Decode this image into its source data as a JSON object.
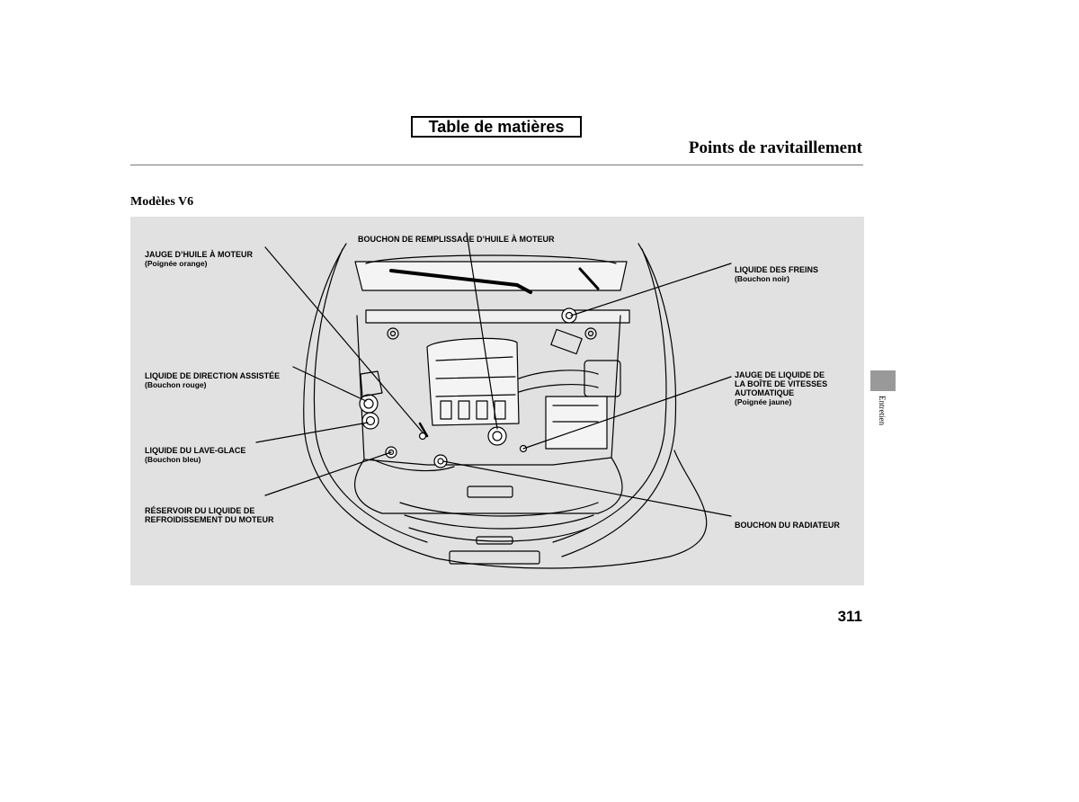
{
  "header": {
    "toc_button": "Table de matières",
    "section_title": "Points de ravitaillement"
  },
  "model_label": "Modèles V6",
  "callouts": {
    "oil_filler": {
      "title": "BOUCHON DE REMPLISSAGE D’HUILE À MOTEUR"
    },
    "oil_dipstick": {
      "title": "JAUGE D’HUILE À MOTEUR",
      "sub": "(Poignée orange)"
    },
    "power_steering": {
      "title": "LIQUIDE DE DIRECTION ASSISTÉE",
      "sub": "(Bouchon rouge)"
    },
    "washer": {
      "title": "LIQUIDE DU LAVE-GLACE",
      "sub": "(Bouchon bleu)"
    },
    "coolant_reservoir": {
      "title": "RÉSERVOIR DU LIQUIDE DE\nREFROIDISSEMENT DU MOTEUR"
    },
    "brake_fluid": {
      "title": "LIQUIDE DES FREINS",
      "sub": "(Bouchon noir)"
    },
    "atf_dipstick": {
      "title": "JAUGE DE LIQUIDE DE\nLA BOÎTE DE VITESSES\nAUTOMATIQUE",
      "sub": "(Poignée jaune)"
    },
    "radiator_cap": {
      "title": "BOUCHON DU RADIATEUR"
    }
  },
  "page_number": "311",
  "side_tab_label": "Entretien",
  "colors": {
    "figure_bg": "#e1e1e1",
    "side_tab": "#999999"
  }
}
